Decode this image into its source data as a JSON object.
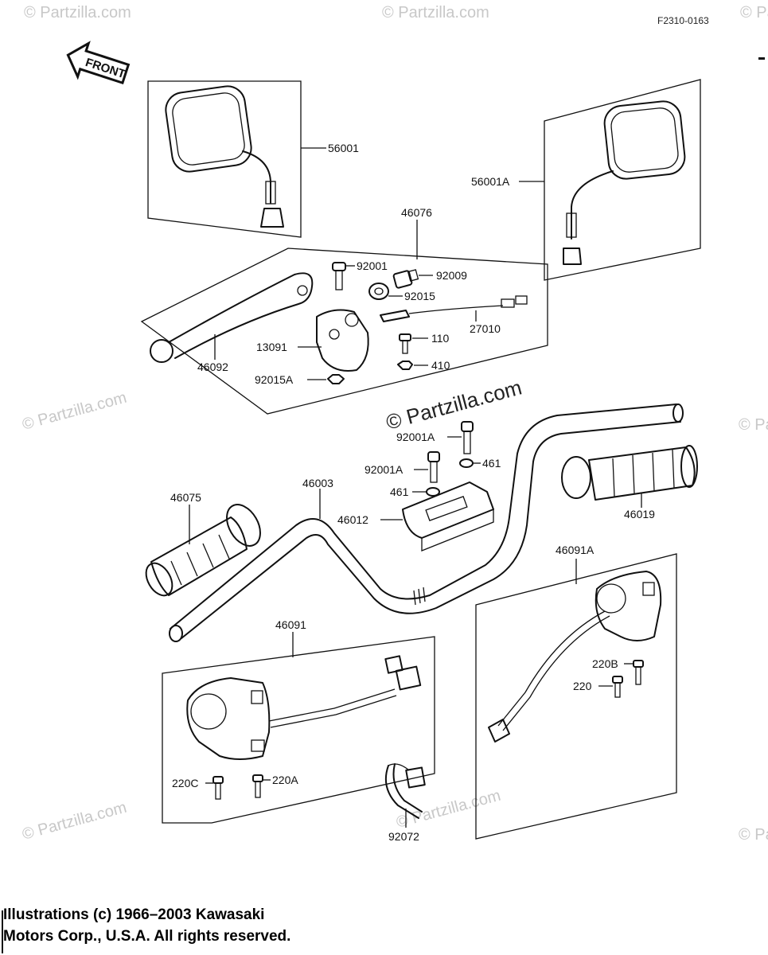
{
  "reference_code": "F2310-0163",
  "front_label": "FRONT",
  "watermark": {
    "center": "© Partzilla.com",
    "edge": "© Partzilla.com"
  },
  "part_labels": {
    "p56001": "56001",
    "p56001A": "56001A",
    "p46076": "46076",
    "p92001": "92001",
    "p92009": "92009",
    "p92015": "92015",
    "p27010": "27010",
    "p110": "110",
    "p13091": "13091",
    "p46092": "46092",
    "p410": "410",
    "p92015A": "92015A",
    "p92001A_top": "92001A",
    "p92001A_mid": "92001A",
    "p461_right": "461",
    "p461_left": "461",
    "p46003": "46003",
    "p46075": "46075",
    "p46012": "46012",
    "p46019": "46019",
    "p46091A": "46091A",
    "p220B": "220B",
    "p220": "220",
    "p46091": "46091",
    "p220C": "220C",
    "p220A": "220A",
    "p92072": "92072"
  },
  "copyright": {
    "line1": "Illustrations (c) 1966–2003 Kawasaki",
    "line2": "Motors Corp., U.S.A.  All rights reserved."
  }
}
